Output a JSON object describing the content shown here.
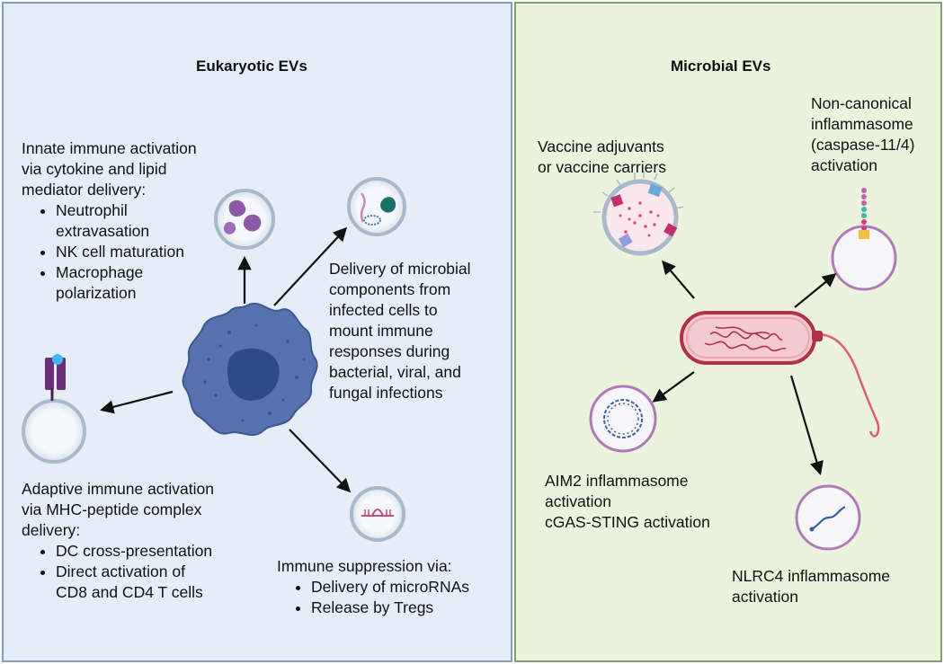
{
  "left_panel": {
    "title": "Eukaryotic EVs",
    "innate": {
      "lines": [
        "Innate immune activation",
        "via cytokine and lipid",
        "mediator delivery:"
      ],
      "bullets": [
        [
          "Neutrophil",
          "extravasation"
        ],
        [
          "NK cell maturation"
        ],
        [
          "Macrophage",
          "polarization"
        ]
      ]
    },
    "microbial_delivery": {
      "lines": [
        "Delivery of microbial",
        "components from",
        "infected cells to",
        "mount immune",
        "responses during",
        "bacterial, viral, and",
        "fungal infections"
      ]
    },
    "adaptive": {
      "lines": [
        "Adaptive immune activation",
        "via MHC-peptide complex",
        "delivery:"
      ],
      "bullets": [
        [
          "DC cross-presentation"
        ],
        [
          "Direct activation of",
          "CD8 and CD4 T cells"
        ]
      ]
    },
    "suppression": {
      "lines": [
        "Immune suppression via:"
      ],
      "bullets": [
        [
          "Delivery of microRNAs"
        ],
        [
          "Release by Tregs"
        ]
      ]
    }
  },
  "right_panel": {
    "title": "Microbial EVs",
    "vaccine": {
      "lines": [
        "Vaccine adjuvants",
        "or vaccine carriers"
      ]
    },
    "noncanonical": {
      "lines": [
        "Non-canonical",
        "inflammasome",
        "(caspase-11/4)",
        "activation"
      ]
    },
    "aim2": {
      "lines": [
        "AIM2 inflammasome",
        "activation",
        "cGAS-STING activation"
      ]
    },
    "nlrc4": {
      "lines": [
        "NLRC4 inflammasome",
        "activation"
      ]
    }
  },
  "colors": {
    "left_panel_bg": "#e5eef8",
    "right_panel_bg": "#ebf3dc",
    "cell_body": "#5872b0",
    "vesicle_membrane": "#a9b9cc",
    "bacterium_fill": "#f4c9d0",
    "bacterium_outline": "#b0304a"
  }
}
